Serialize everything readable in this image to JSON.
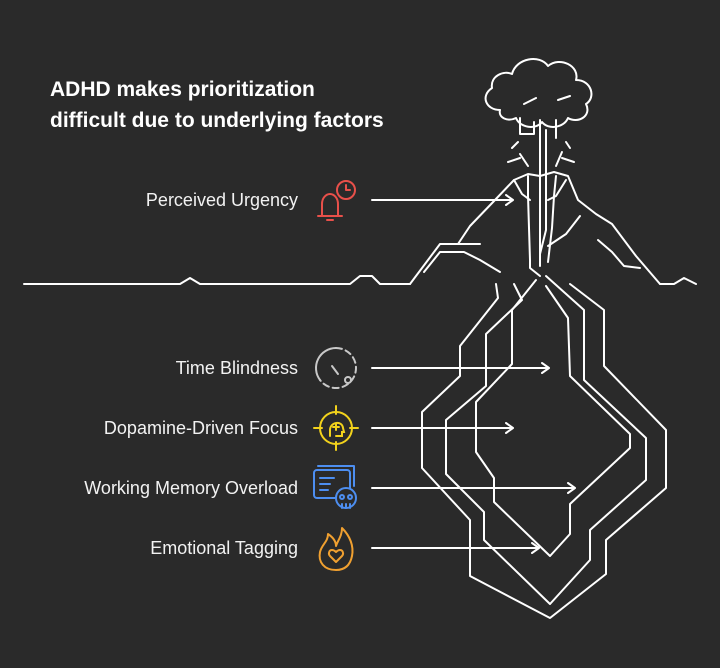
{
  "title": {
    "line1": "ADHD makes prioritization",
    "line2": "difficult due to underlying factors"
  },
  "factors": [
    {
      "label": "Perceived Urgency",
      "icon": "alarm-bell-clock-icon",
      "color": "#e8504a"
    },
    {
      "label": "Time Blindness",
      "icon": "dashed-clock-icon",
      "color": "#c8c8c8"
    },
    {
      "label": "Dopamine-Driven Focus",
      "icon": "target-head-icon",
      "color": "#f2d21c"
    },
    {
      "label": "Working Memory Overload",
      "icon": "screen-skull-icon",
      "color": "#4d8ef0"
    },
    {
      "label": "Emotional Tagging",
      "icon": "flame-heart-icon",
      "color": "#f0a030"
    }
  ]
}
